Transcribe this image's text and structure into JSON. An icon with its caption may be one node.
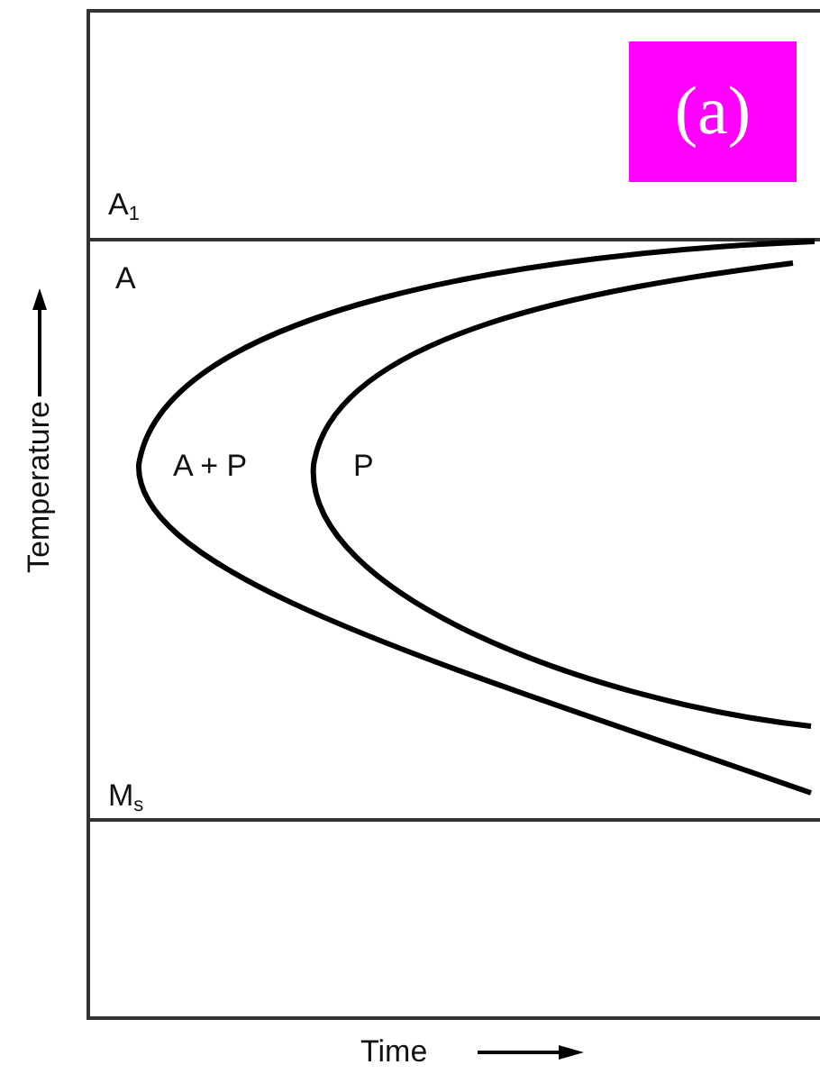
{
  "diagram": {
    "labels": [
      "(a)",
      "A$_{1}$",
      "A",
      "A + P",
      "P",
      "Temperature",
      "M$_{s}$",
      "Time"
    ]
  }
}
